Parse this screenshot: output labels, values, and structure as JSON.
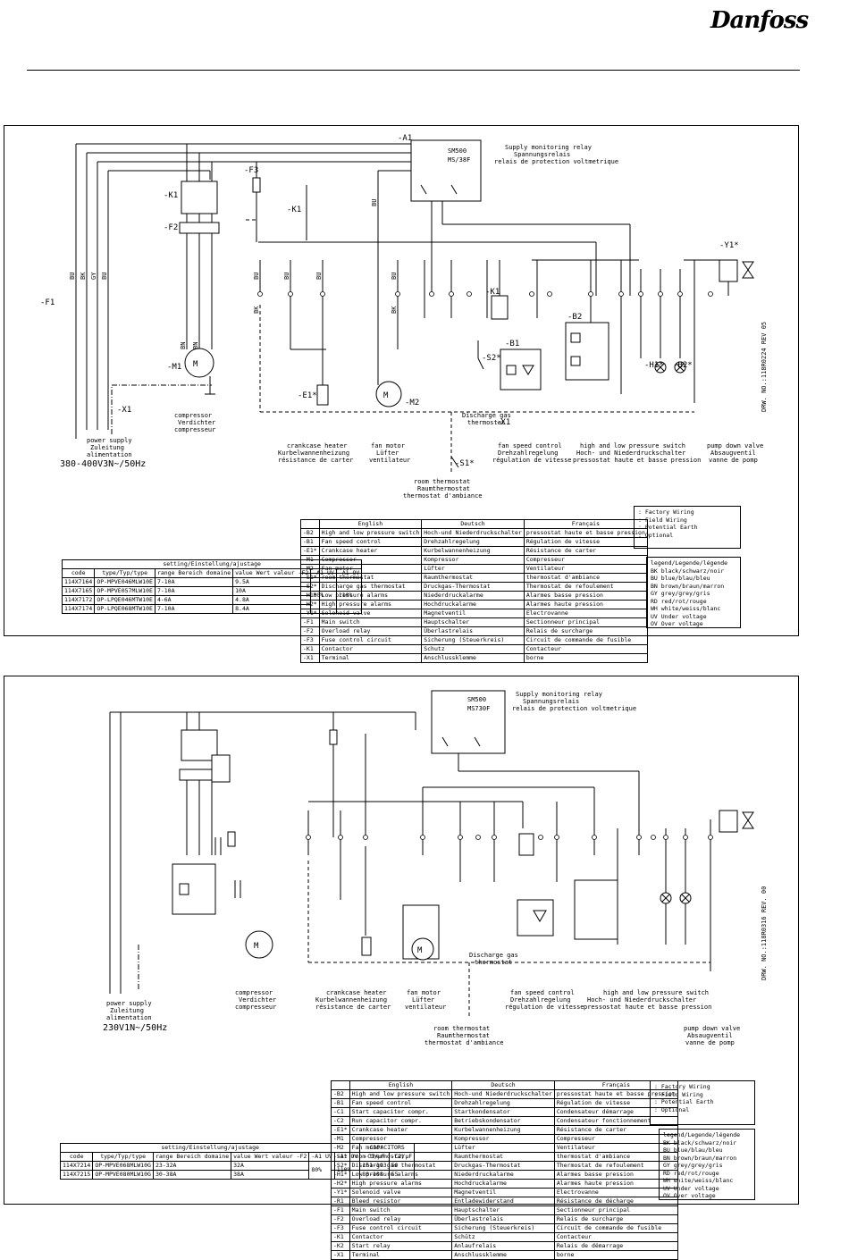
{
  "brand": "Danfoss",
  "d1": {
    "drawing_no": "DRW. NO.:118R0224 REV 05",
    "supply_text": "380-400V3N~/50Hz",
    "supply_label": [
      "power supply",
      "Zuleitung",
      "alimentation"
    ],
    "relay_model": [
      "SM500",
      "MS/38F"
    ],
    "relay_text": [
      "Supply monitoring relay",
      "Spannungsrelais",
      "relais de protection voltmetrique"
    ],
    "captions": {
      "compressor": [
        "compressor",
        "Verdichter",
        "compresseur"
      ],
      "crankcase": [
        "crankcase heater",
        "Kurbelwannenheizung",
        "résistance de carter"
      ],
      "fan": [
        "fan motor",
        "Lüfter",
        "ventilateur"
      ],
      "fanspeed": [
        "fan speed control",
        "Drehzahlregelung",
        "régulation de vitesse"
      ],
      "hlp": [
        "high and low pressure switch",
        "Hoch- und Niederdruckschalter",
        "pressostat haute et basse pression"
      ],
      "pump": [
        "pump down valve",
        "Absaugventil",
        "vanne de pomp"
      ],
      "room": [
        "room thermostat",
        "Raumthermostat",
        "thermostat d'ambiance"
      ],
      "discharge": [
        "Discharge gas",
        "thermostat"
      ]
    },
    "refs": [
      "-A1",
      "-K1",
      "-F2",
      "-F3",
      "-K1",
      "-F1",
      "-M1",
      "-X1",
      "-E1*",
      "-M2",
      "-K1",
      "-B1",
      "-S2*",
      "-B2",
      "-H1*",
      "-H2*",
      "-Y1*",
      "-X1",
      "-S1*"
    ],
    "colors": [
      "BU",
      "BK",
      "GY",
      "BU",
      "BU",
      "BU",
      "BU",
      "BU",
      "BN",
      "BN",
      "BK",
      "BK",
      "BU"
    ],
    "legend_table": {
      "headers": [
        "English",
        "Deutsch",
        "Français"
      ],
      "rows": [
        [
          "-B2",
          "High and low pressure switch",
          "Hoch-und Niederdruckschalter",
          "pressostat haute et basse pression"
        ],
        [
          "-B1",
          "Fan speed control",
          "Drehzahlregelung",
          "Régulation de vitesse"
        ],
        [
          "-E1*",
          "Crankcase heater",
          "Kurbelwannenheizung",
          "Résistance de carter"
        ],
        [
          "-M1",
          "Compressor",
          "Kompressor",
          "Compresseur"
        ],
        [
          "-M2",
          "Fan motor",
          "Lüfter",
          "Ventilateur"
        ],
        [
          "-S1*",
          "room thermostat",
          "Raumthermostat",
          "thermostat d'ambiance"
        ],
        [
          "-S2*",
          "Discharge gas thermostat",
          "Druckgas-Thermostat",
          "Thermostat de refoulement"
        ],
        [
          "-H1*",
          "Low pressure alarms",
          "Niederdruckalarme",
          "Alarmes basse pression"
        ],
        [
          "-H2*",
          "High pressure alarms",
          "Hochdruckalarme",
          "Alarmes haute pression"
        ],
        [
          "-Y1*",
          "Solenoid valve",
          "Magnetventil",
          "Electrovanne"
        ],
        [
          "-F1",
          "Main switch",
          "Hauptschalter",
          "Sectionneur principal"
        ],
        [
          "-F2",
          "Overload relay",
          "Überlastrelais",
          "Relais de surcharge"
        ],
        [
          "-F3",
          "Fuse control circuit",
          "Sicherung (Steuerkreis)",
          "Circuit de commande de fusible"
        ],
        [
          "-K1",
          "Contactor",
          "Schutz",
          "Contacteur"
        ],
        [
          "-X1",
          "Terminal",
          "Anschlussklemme",
          "borne"
        ]
      ]
    },
    "settings_table": {
      "title": "setting/Einstellung/ajustage",
      "headers": [
        "code",
        "type/Typ/type",
        "range Bereich domaine",
        "value Wert valeur -F2",
        "-A1 UV",
        "-A1 OV"
      ],
      "rows": [
        [
          "114X7164",
          "OP-MPVE046MLW10E",
          "7-10A",
          "9.5A"
        ],
        [
          "114X7165",
          "OP-MPVE057MLW10E",
          "7-10A",
          "10A"
        ],
        [
          "114X7172",
          "OP-LPQE046MTW10E",
          "4-6A",
          "4.8A"
        ],
        [
          "114X7174",
          "OP-LPQE068MTW10E",
          "7-10A",
          "8.4A"
        ]
      ],
      "uv": "80%",
      "ov": "110%"
    }
  },
  "d2": {
    "drawing_no": "DRW. NO.:118R0316 REV. 00",
    "supply_text": "230V1N~/50Hz",
    "supply_label": [
      "power supply",
      "Zuleitung",
      "alimentation"
    ],
    "relay_model": [
      "SM500",
      "MS730F"
    ],
    "relay_text": [
      "Supply monitoring relay",
      "Spannungsrelais",
      "relais de protection voltmetrique"
    ],
    "captions": {
      "compressor": [
        "compressor",
        "Verdichter",
        "compresseur"
      ],
      "crankcase": [
        "crankcase heater",
        "Kurbelwannenheizung",
        "résistance de carter"
      ],
      "fan": [
        "fan motor",
        "Lüfter",
        "ventilateur"
      ],
      "fanspeed": [
        "fan speed control",
        "Drehzahlregelung",
        "régulation de vitesse"
      ],
      "hlp": [
        "high and low pressure switch",
        "Hoch- und Niederdruckschalter",
        "pressostat haute et basse pression"
      ],
      "pump": [
        "pump down valve",
        "Absaugventil",
        "vanne de pomp"
      ],
      "room": [
        "room thermostat",
        "Raumthermostat",
        "thermostat d'ambiance"
      ],
      "discharge": [
        "Discharge gas",
        "thermostat"
      ]
    },
    "legend_table": {
      "headers": [
        "English",
        "Deutsch",
        "Français"
      ],
      "rows": [
        [
          "-B2",
          "High and low pressure switch",
          "Hoch-und Niederdruckschalter",
          "pressostat haute et basse pression"
        ],
        [
          "-B1",
          "Fan speed control",
          "Drehzahlregelung",
          "Régulation de vitesse"
        ],
        [
          "-C1",
          "Start capacitor compr.",
          "Startkondensator",
          "Condensateur démarrage"
        ],
        [
          "-C2",
          "Run capacitor compr.",
          "Betriebskondensator",
          "Condensateur fonctionnement"
        ],
        [
          "-E1*",
          "Crankcase heater",
          "Kurbelwannenheizung",
          "Résistance de carter"
        ],
        [
          "-M1",
          "Compressor",
          "Kompressor",
          "Compresseur"
        ],
        [
          "-M2",
          "Fan motor",
          "Lüfter",
          "Ventilateur"
        ],
        [
          "-S1*",
          "room thermostat",
          "Raumthermostat",
          "thermostat d'ambiance"
        ],
        [
          "-S2*",
          "Discharge gas thermostat",
          "Druckgas-Thermostat",
          "Thermostat de refoulement"
        ],
        [
          "-H1*",
          "Low pressure alarms",
          "Niederdruckalarme",
          "Alarmes basse pression"
        ],
        [
          "-H2*",
          "High pressure alarms",
          "Hochdruckalarme",
          "Alarmes haute pression"
        ],
        [
          "-Y1*",
          "Solenoid valve",
          "Magnetventil",
          "Electrovanne"
        ],
        [
          "-R1",
          "Bleed resistor",
          "Entladewiderstand",
          "Résistance de décharge"
        ],
        [
          "-F1",
          "Main switch",
          "Hauptschalter",
          "Sectionneur principal"
        ],
        [
          "-F2",
          "Overload relay",
          "Überlastrelais",
          "Relais de surcharge"
        ],
        [
          "-F3",
          "Fuse control circuit",
          "Sicherung (Steuerkreis)",
          "Circuit de commande de fusible"
        ],
        [
          "-K1",
          "Contactor",
          "Schütz",
          "Contacteur"
        ],
        [
          "-K2",
          "Start relay",
          "Anlaufrelais",
          "Relais de démarrage"
        ],
        [
          "-X1",
          "Terminal",
          "Anschlussklemme",
          "borne"
        ]
      ]
    },
    "settings_table": {
      "title": "setting/Einstellung/ajustage",
      "cap_title": "CAPACITORS",
      "headers": [
        "code",
        "type/Typ/type",
        "range Bereich domaine",
        "value Wert valeur -F2",
        "-A1 UV",
        "-A1 OV",
        "-C1/µF",
        "-C2/µF"
      ],
      "rows": [
        [
          "114X7214",
          "OP-MPVE068MLW10G",
          "23-32A",
          "32A",
          "161-193",
          "50"
        ],
        [
          "114X7215",
          "OP-MPVE080MLW10G",
          "30-38A",
          "38A",
          "88-108",
          "55"
        ]
      ],
      "uv": "80%",
      "ov": "110%"
    }
  },
  "wiring_legend": {
    "items": [
      ": Factory Wiring",
      ": Field Wiring",
      ": Potential Earth",
      ": Optional"
    ]
  },
  "color_legend": {
    "title": "legend/Legende/légende",
    "rows": [
      [
        "BK",
        "black/schwarz/noir"
      ],
      [
        "BU",
        "blue/blau/bleu"
      ],
      [
        "BN",
        "brown/braun/marron"
      ],
      [
        "GY",
        "grey/grey/gris"
      ],
      [
        "RD",
        "red/rot/rouge"
      ],
      [
        "WH",
        "white/weiss/blanc"
      ],
      [
        "UV",
        "Under voltage"
      ],
      [
        "OV",
        "Over voltage"
      ]
    ]
  }
}
